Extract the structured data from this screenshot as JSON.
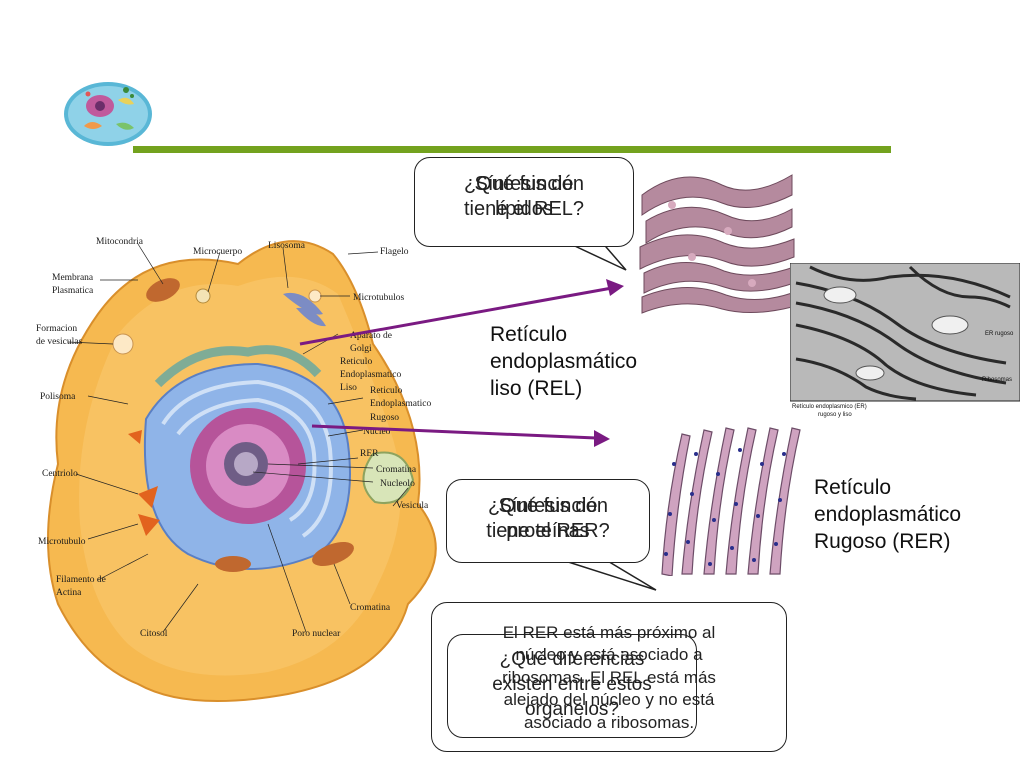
{
  "colors": {
    "rule": "#73a21e",
    "arrow": "#7a1a82",
    "cytoplasm": "#f6b950",
    "nucleus": "#b6549a",
    "rer": "#8fb4e8",
    "rer_texture": "#c9a5be",
    "rel_texture": "#ad7d93"
  },
  "logo": {
    "icon": "cell-thumbnail-icon"
  },
  "diagram_labels": {
    "mitocondria": "Mitocondria",
    "microcuerpo": "Microcuerpo",
    "lisosoma": "Lisosoma",
    "flagelo": "Flagelo",
    "membrana_1": "Membrana",
    "membrana_2": "Plasmatica",
    "microtubulos": "Microtubulos",
    "formacion_1": "Formacion",
    "formacion_2": "de vesiculas",
    "aparato_1": "Aparato de",
    "aparato_2": "Golgi",
    "ret_liso_1": "Reticulo",
    "ret_liso_2": "Endoplasmatico",
    "ret_liso_3": "Liso",
    "polisoma": "Polisoma",
    "ret_rug_1": "Reticulo",
    "ret_rug_2": "Endoplasmatico",
    "ret_rug_3": "Rugoso",
    "nucleo": "Nucleo",
    "rer": "RER",
    "cromatina": "Cromatina",
    "nucleolo": "Nucleolo",
    "centriolo": "Centriolo",
    "vesicula": "Vesicula",
    "microtubulo": "Microtubulo",
    "filamento_1": "Filamento de",
    "filamento_2": "Actina",
    "citosol": "Citosol",
    "poro": "Poro nuclear",
    "cromatina2": "Cromatina"
  },
  "labels": {
    "rel": [
      "Retículo",
      "endoplasmático",
      "liso (REL)"
    ],
    "rer": [
      "Retículo",
      "endoplasmático",
      "Rugoso (RER)"
    ]
  },
  "bubbles": {
    "rel_question": [
      "¿Qué función",
      "tiene el REL?"
    ],
    "rel_answer": [
      "Síntesis de",
      "lípidos"
    ],
    "rer_question": [
      "¿Qué función",
      "tiene el RER?"
    ],
    "rer_answer": [
      "Síntesis de",
      "proteínas"
    ],
    "diff_question": [
      "¿Qué diferencias",
      "existen entre estos",
      "organelos?"
    ],
    "diff_answer": [
      "El RER está más próximo al",
      "núcleo y está  asociado a",
      "ribosomas. El REL está más",
      "alejado del núcleo  y no está",
      "asociado a ribosomas."
    ]
  },
  "micrograph": {
    "label_right": "ER rugoso",
    "label_ribosomas": "Ribosomas",
    "caption_1": "Retículo endoplasmico (ER)",
    "caption_2": "rugoso y liso"
  }
}
